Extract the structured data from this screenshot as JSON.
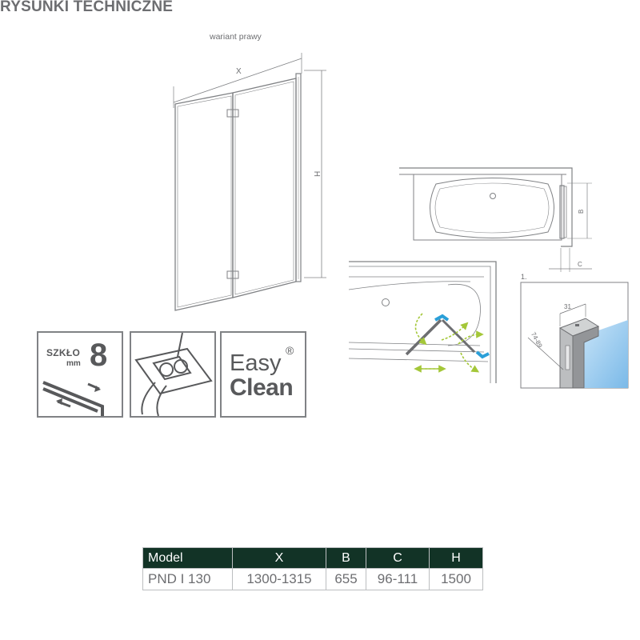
{
  "header": {
    "title": "RYSUNKI TECHNICZNE"
  },
  "front_view": {
    "variant": "wariant prawy",
    "dim_x": "X",
    "dim_h": "H"
  },
  "top_view": {
    "dim_b": "B",
    "dim_c": "C"
  },
  "detail": {
    "number": "1.",
    "dim_31": "31",
    "dim_range": "74-89"
  },
  "icons": {
    "glass": {
      "word": "SZKŁO",
      "unit": "mm",
      "value": "8"
    },
    "easy_clean": {
      "line1": "Easy",
      "line2": "Clean",
      "mark": "®"
    }
  },
  "spec_table": {
    "headers": [
      "Model",
      "X",
      "B",
      "C",
      "H"
    ],
    "rows": [
      [
        "PND I 130",
        "1300-1315",
        "655",
        "96-111",
        "1500"
      ]
    ]
  },
  "colors": {
    "table_header": "#123326",
    "accent_blue": "#2a9fd8",
    "arrow_green": "#a4c739"
  }
}
